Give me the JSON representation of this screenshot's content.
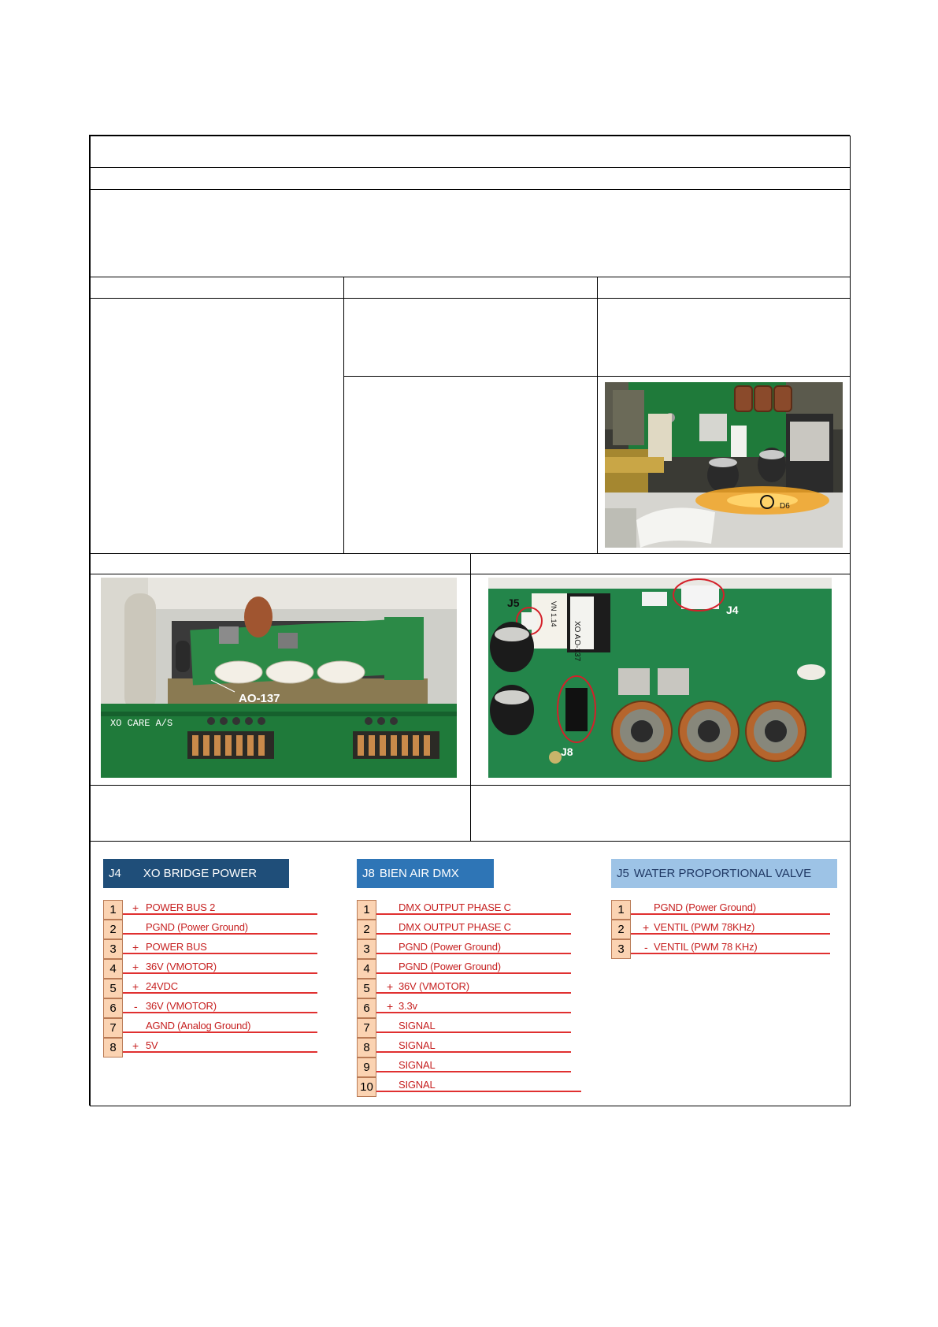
{
  "pinouts": [
    {
      "connector": "J4",
      "name": "XO BRIDGE POWER",
      "header_bg": "#1f4e79",
      "header_fg": "#ffffff",
      "pins": [
        {
          "num": "1",
          "sign": "+",
          "label": "POWER BUS  2"
        },
        {
          "num": "2",
          "sign": "",
          "label": "PGND (Power Ground)"
        },
        {
          "num": "3",
          "sign": "+",
          "label": "POWER BUS"
        },
        {
          "num": "4",
          "sign": "+",
          "label": "36V  (VMOTOR)"
        },
        {
          "num": "5",
          "sign": "+",
          "label": "24VDC"
        },
        {
          "num": "6",
          "sign": "-",
          "label": "36V  (VMOTOR)"
        },
        {
          "num": "7",
          "sign": "",
          "label": "AGND (Analog Ground)"
        },
        {
          "num": "8",
          "sign": "+",
          "label": "5V"
        }
      ]
    },
    {
      "connector": "J8",
      "name": "BIEN AIR DMX",
      "header_bg": "#2e75b6",
      "header_fg": "#ffffff",
      "pins": [
        {
          "num": "1",
          "sign": "",
          "label": "DMX OUTPUT PHASE C"
        },
        {
          "num": "2",
          "sign": "",
          "label": "DMX OUTPUT PHASE C"
        },
        {
          "num": "3",
          "sign": "",
          "label": "PGND (Power Ground)"
        },
        {
          "num": "4",
          "sign": "",
          "label": "PGND (Power Ground)"
        },
        {
          "num": "5",
          "sign": "+",
          "label": "36V  (VMOTOR)"
        },
        {
          "num": "6",
          "sign": "+",
          "label": "3.3v"
        },
        {
          "num": "7",
          "sign": "",
          "label": "SIGNAL"
        },
        {
          "num": "8",
          "sign": "",
          "label": "SIGNAL"
        },
        {
          "num": "9",
          "sign": "",
          "label": "SIGNAL"
        },
        {
          "num": "10",
          "sign": "",
          "label": "SIGNAL"
        }
      ]
    },
    {
      "connector": "J5",
      "name": "WATER PROPORTIONAL VALVE",
      "header_bg": "#9dc3e6",
      "header_fg": "#1f3864",
      "pins": [
        {
          "num": "1",
          "sign": "",
          "label": "PGND (Power Ground)"
        },
        {
          "num": "2",
          "sign": "+",
          "label": "VENTIL  (PWM 78KHz)"
        },
        {
          "num": "3",
          "sign": "-",
          "label": "VENTIL  (PWM 78 KHz)"
        }
      ]
    }
  ],
  "photo_labels": {
    "board_left": "AO-137",
    "board_left_silk": "XO  CARE  A/S",
    "board_right_j5": "J5",
    "board_right_j4": "J4",
    "board_right_j8": "J8",
    "board_right_module": "XO AO-137",
    "board_right_version": "VN 1.14",
    "board_top_led": "D6"
  },
  "colors": {
    "pcb_green": "#1f7a3a",
    "pin_number_fill": "#fbd3b2",
    "pin_line_red": "#e03030",
    "highlight_circle": "#d4202a"
  }
}
